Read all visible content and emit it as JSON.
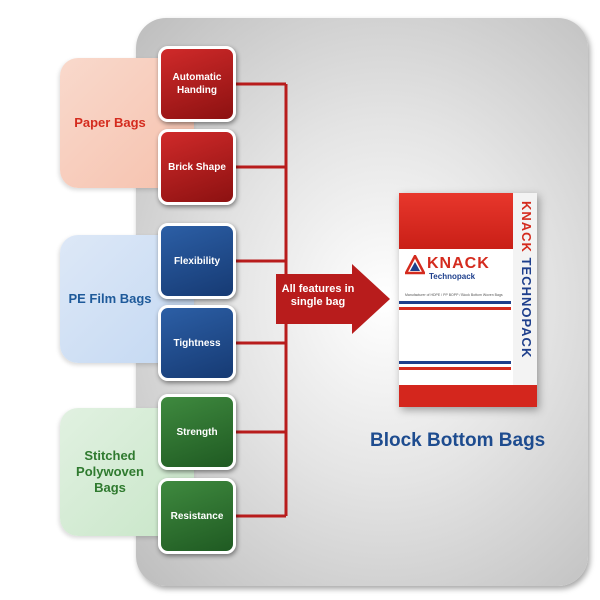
{
  "categories": [
    {
      "label": "Paper Bags",
      "color": "#d42b1e"
    },
    {
      "label": "PE Film Bags",
      "color": "#1e5a9a"
    },
    {
      "label": "Stitched Polywoven Bags",
      "color": "#2f7a2f"
    }
  ],
  "features": [
    {
      "label": "Automatic Handing",
      "color": "#b31d1d"
    },
    {
      "label": "Brick Shape",
      "color": "#b31d1d"
    },
    {
      "label": "Flexibility",
      "color": "#1f4a8c"
    },
    {
      "label": "Tightness",
      "color": "#1f4a8c"
    },
    {
      "label": "Strength",
      "color": "#2f6e2f"
    },
    {
      "label": "Resistance",
      "color": "#2f6e2f"
    }
  ],
  "arrow": {
    "label": "All features in single bag",
    "color": "#b81c1c"
  },
  "product": {
    "title": "Block Bottom Bags",
    "brand_vertical_1": "KNACK",
    "brand_vertical_2": "TECHNOPACK",
    "brand_logo": "KNACK",
    "brand_sub": "Technopack",
    "bag_description": "Manufacturer of HDPE / PP BOPP / Block Bottom Woven Bags"
  }
}
